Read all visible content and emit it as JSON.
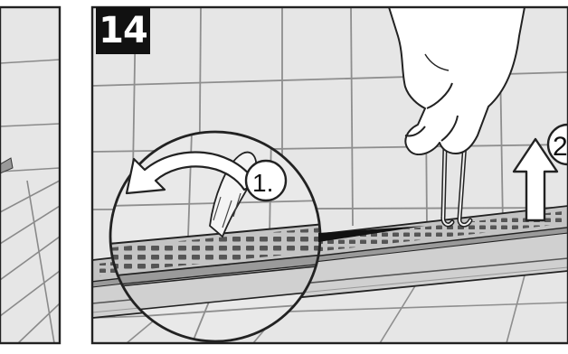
{
  "step": {
    "number": "14"
  },
  "callouts": [
    {
      "label": "1.",
      "meaning": "lift-off-protective-film"
    },
    {
      "label": "2",
      "meaning": "lift-grate-upward"
    }
  ],
  "icons": [
    "curved-arrow-icon",
    "up-arrow-icon",
    "hand-icon",
    "hook-tool-icon",
    "magnifier-circle-icon"
  ],
  "colors": {
    "background": "#ffffff",
    "tile": "#e4e4e4",
    "grout": "#888888",
    "metal": "#c8c8c8",
    "outline": "#222222",
    "badge": "#111111"
  }
}
